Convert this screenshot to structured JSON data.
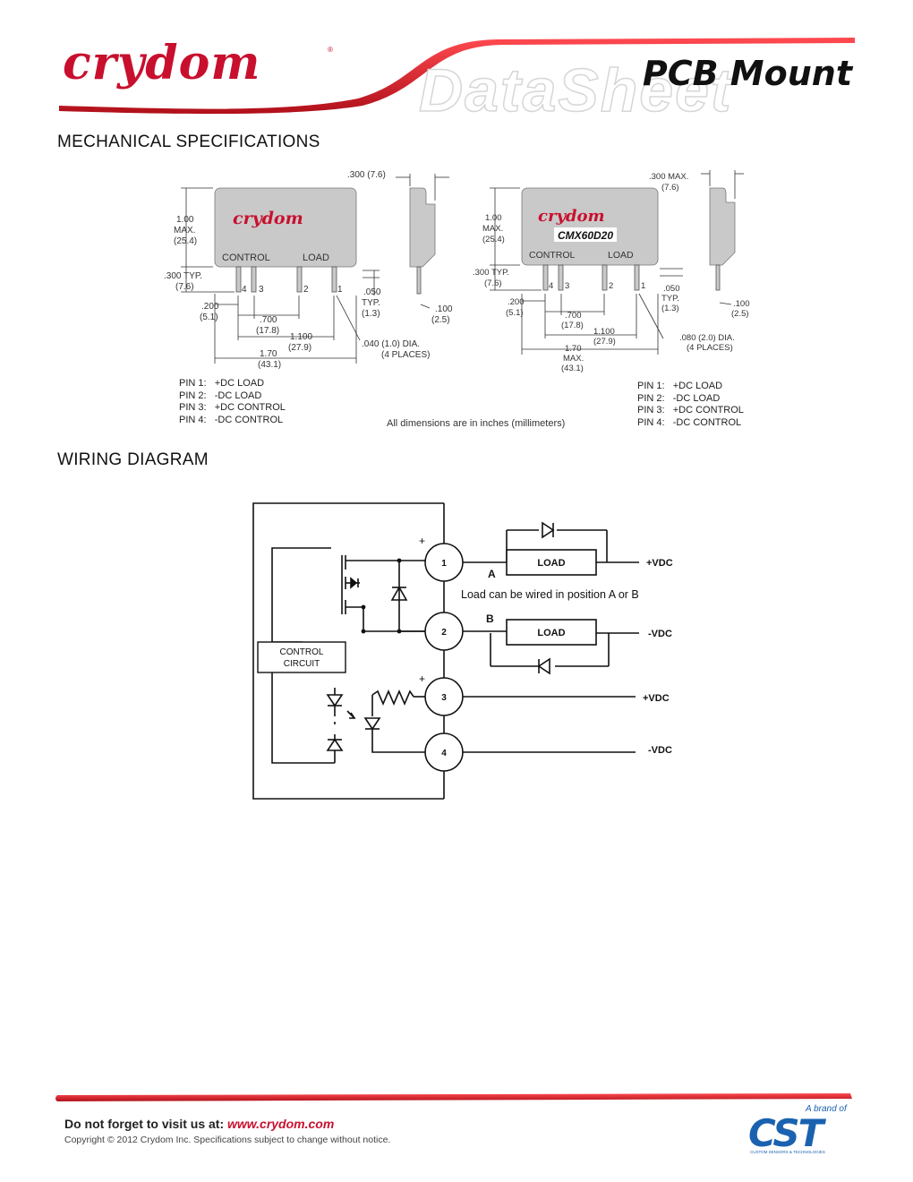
{
  "header": {
    "brand": "crydom",
    "watermark": "DataSheet",
    "product_type": "PCB Mount"
  },
  "mechanical": {
    "title": "MECHANICAL SPECIFICATIONS",
    "left_drawing": {
      "logo": "crydom",
      "label_control": "CONTROL",
      "label_load": "LOAD",
      "dim_height": [
        "1.00",
        "MAX.",
        "(25.4)"
      ],
      "dim_thickness": ".300 (7.6)",
      "dim_pin_len": [
        ".300 TYP.",
        "(7.6)"
      ],
      "dim_200": [
        ".200",
        "(5.1)"
      ],
      "dim_700": [
        ".700",
        "(17.8)"
      ],
      "dim_1100": [
        "1.100",
        "(27.9)"
      ],
      "dim_170": [
        "1.70",
        "(43.1)"
      ],
      "dim_050": [
        ".050",
        "TYP.",
        "(1.3)"
      ],
      "dim_100": [
        ".100",
        "(2.5)"
      ],
      "dim_dia": [
        ".040 (1.0) DIA.",
        "(4 PLACES)"
      ],
      "pins": [
        "4",
        "3",
        "2",
        "1"
      ]
    },
    "right_drawing": {
      "logo": "crydom",
      "model": "CMX60D20",
      "label_control": "CONTROL",
      "label_load": "LOAD",
      "dim_height": [
        "1.00",
        "MAX.",
        "(25.4)"
      ],
      "dim_thickness": [
        ".300 MAX.",
        "(7.6)"
      ],
      "dim_pin_len": [
        ".300 TYP.",
        "(7.6)"
      ],
      "dim_200": [
        ".200",
        "(5.1)"
      ],
      "dim_700": [
        ".700",
        "(17.8)"
      ],
      "dim_1100": [
        "1.100",
        "(27.9)"
      ],
      "dim_170": [
        "1.70",
        "MAX.",
        "(43.1)"
      ],
      "dim_050": [
        ".050",
        "TYP.",
        "(1.3)"
      ],
      "dim_100": [
        ".100",
        "(2.5)"
      ],
      "dim_dia": [
        ".080 (2.0) DIA.",
        "(4 PLACES)"
      ],
      "pins": [
        "4",
        "3",
        "2",
        "1"
      ]
    },
    "pin_list_left": "PIN 1:   +DC LOAD\nPIN 2:   -DC LOAD\nPIN 3:   +DC CONTROL\nPIN 4:   -DC CONTROL",
    "pin_list_right": "PIN 1:   +DC LOAD\nPIN 2:   -DC LOAD\nPIN 3:   +DC CONTROL\nPIN 4:   -DC CONTROL",
    "dimensions_note": "All dimensions are in inches (millimeters)"
  },
  "wiring": {
    "title": "WIRING DIAGRAM",
    "control_circuit": [
      "CONTROL",
      "CIRCUIT"
    ],
    "terminals": [
      "1",
      "2",
      "3",
      "4"
    ],
    "plus_sign": "+",
    "load_label": "LOAD",
    "position_a": "A",
    "position_b": "B",
    "load_note": "Load can be wired in position A or B",
    "vdc_plus": "+VDC",
    "vdc_minus": "-VDC"
  },
  "footer": {
    "visit_text": "Do not forget to visit us at: ",
    "url": "www.crydom.com",
    "copyright": "Copyright © 2012 Crydom Inc. Specifications subject to change without notice.",
    "brand_of": "A brand of",
    "cst_logo": "CST",
    "cst_tagline": "CUSTOM SENSORS & TECHNOLOGIES"
  },
  "colors": {
    "brand_red": "#c8102e",
    "cst_blue": "#1a62b0"
  }
}
